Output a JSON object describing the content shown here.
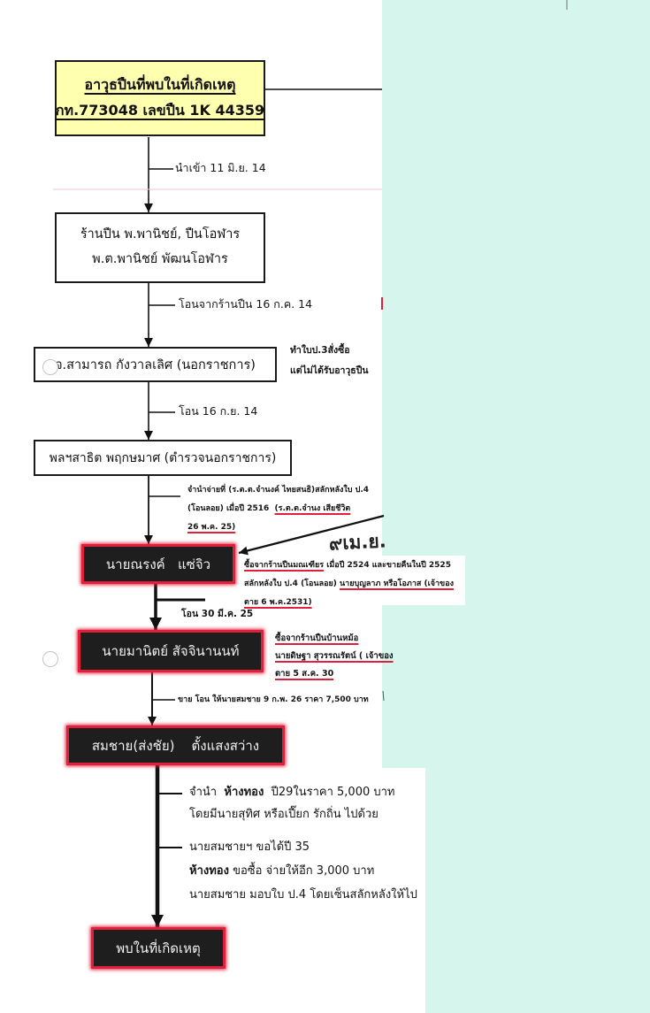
{
  "colors": {
    "background": "#d6f5ed",
    "paper": "#ffffff",
    "start_box_fill": "#ffffb0",
    "dark_box_fill": "#1e1e1e",
    "highlight_red": "#e0203a"
  },
  "nodes": {
    "found_weapon": {
      "line1": "อาวุธปืนที่พบในที่เกิดเหตุ",
      "line2": "กท.773048 เลขปืน 1K 44359"
    },
    "gun_shop": {
      "line1": "ร้านปืน พ.พานิชย์, ปืนโอฬาร",
      "line2": "พ.ต.พานิชย์ พัฒนโอฬาร"
    },
    "samart": "จ.สามารถ กังวาลเลิศ (นอกราชการ)",
    "sathit": "พลฯสาธิต พฤกษมาศ (ตำรวจนอกราชการ)",
    "narong": "นายณรงค์   แซ่จิว",
    "manit": "นายมานิตย์ สัจจินานนท์",
    "somchai": "สมชาย(ส่งชัย)    ตั้งแสงสว่าง",
    "crime_scene": "พบในที่เกิดเหตุ"
  },
  "edges": {
    "import": "นำเข้า 11 มิ.ย. 14",
    "transfer_from_shop": "โอนจากร้านปืน 16 ก.ค. 14",
    "transfer_sep": "โอน 16 ก.ย. 14",
    "pledge": {
      "line1": "จำนำจ่ายที่ (ร.ต.ต.จำนงค์ ไทยสนธิ)สลักหลังใบ ป.4",
      "line2": "(โอนลอย) เมื่อปี 2516  ",
      "line2_note": "(ร.ต.ต.จำนง เสียชีวิต",
      "line3_note": "26 พ.ค. 25)"
    },
    "transfer_mar": "โอน 30 มี.ค. 25",
    "sale_to_somchai": "ขาย โอน ให้นายสมชาย 9 ก.พ. 26 ราคา 7,500 บาท",
    "gold_shop": {
      "line1": [
        "จำนำ  ",
        "ห้างทอง",
        "  ปี29ในราคา 5,000 บาท"
      ],
      "line2": "โดยมีนายสุทิศ หรือเปี๊ยก รักถิ่น ไปด้วย",
      "line3": "นายสมชายฯ ขอได้ปี 35",
      "line4": [
        "ห้างทอง",
        " ขอซื้อ จ่ายให้อีก 3,000 บาท"
      ],
      "line5": "นายสมชาย มอบใบ ป.4 โดยเซ็นสลักหลังให้ไป"
    }
  },
  "side_notes": {
    "samart": [
      "ทำใบป.3สั่งซื้อ",
      "แต่ไม่ได้รับอาวุธปืน"
    ],
    "narong": {
      "line1_marked": "ซื้อจากร้านปืนมณเฑียร",
      "line1_rest": " เมื่อปี 2524 และขายคืนในปี 2525",
      "line2": "สลักหลังใบ ป.4 (โอนลอย) ",
      "line2_marked": "นายบุญลาภ หรือโอภาส (เจ้าของ",
      "line3_marked": "ตาย 6 พ.ค.2531)"
    },
    "manit": [
      "ซื้อจากร้านปืนบ้านหม้อ",
      "นายดิษฐา สุวรรณรัตน์ ( เจ้าของ",
      "ตาย 5 ส.ค. 30"
    ]
  },
  "handwritten_note": "๙เม.ย."
}
